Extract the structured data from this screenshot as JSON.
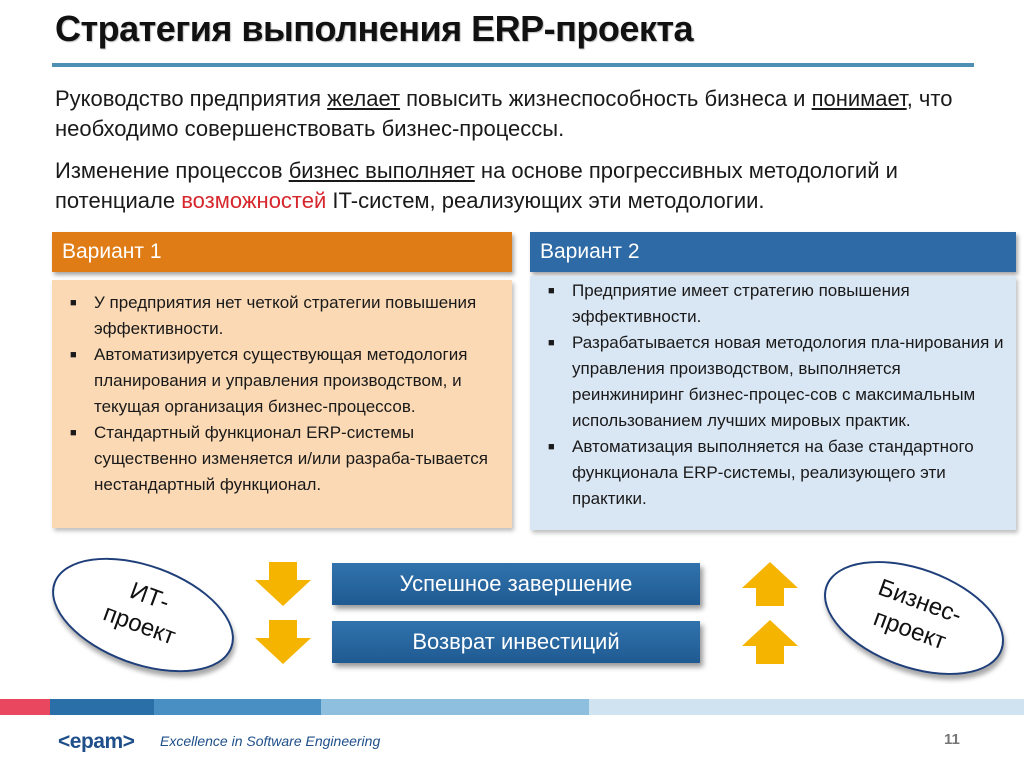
{
  "slide": {
    "title": "Стратегия выполнения ERP-проекта",
    "page_number": "11"
  },
  "intro": {
    "p1": {
      "a": "Руководство предприятия ",
      "b": "желает",
      "c": " повысить жизнеспособность бизнеса и ",
      "d": "понимает",
      "e": ", что необходимо совершенствовать бизнес-процессы."
    },
    "p2": {
      "a": "Изменение процессов ",
      "b": "бизнес выполняет",
      "c": " на основе прогрессивных методологий и потенциале ",
      "d": "возможностей",
      "e": " IT-систем, реализующих эти методологии."
    }
  },
  "variant1": {
    "header": "Вариант 1",
    "items": [
      "У предприятия нет четкой стратегии повышения эффективности.",
      "Автоматизируется существующая методология планирования и управления производством, и текущая организация бизнес-процессов.",
      "Стандартный функционал ERP-системы существенно изменяется и/или разраба-тывается нестандартный функционал."
    ]
  },
  "variant2": {
    "header": "Вариант 2",
    "items": [
      "Предприятие имеет стратегию повышения эффективности.",
      "Разрабатывается новая методология пла-нирования и управления производством, выполняется реинжиниринг бизнес-процес-сов с максимальным использованием лучших мировых практик.",
      "Автоматизация выполняется на базе стандартного функционала ERP-системы, реализующего эти практики."
    ]
  },
  "outcomes": {
    "left_oval": "ИТ-проект",
    "right_oval": "Бизнес-проект",
    "bar1": "Успешное завершение",
    "bar2": "Возврат инвестиций"
  },
  "footer": {
    "logo_text": "<epam>",
    "tagline": "Excellence in Software Engineering"
  },
  "colors": {
    "variant1_header": "#e07c16",
    "variant1_body": "#fbd9b4",
    "variant2_header": "#2e6aa5",
    "variant2_body": "#d9e6f4",
    "highlight_red": "#d7262b",
    "arrow_fill": "#f5b400",
    "bar_blue": "#2566a0"
  },
  "icons": {
    "bullet": "square-bullet-icon",
    "arrows_left": "arrow-down-icon",
    "arrows_right": "arrow-up-icon"
  }
}
